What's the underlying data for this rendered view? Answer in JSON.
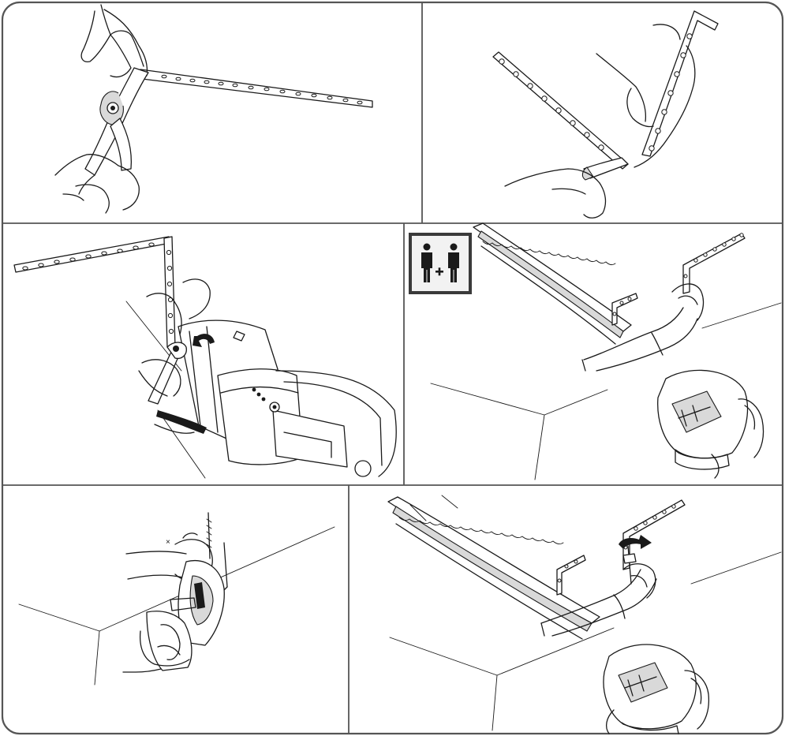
{
  "panels": [
    {
      "id": "step-1",
      "icon": "pliers-bending-strap-icon"
    },
    {
      "id": "step-2",
      "icon": "pliers-bending-strap-end-icon"
    },
    {
      "id": "step-3",
      "icon": "wrench-attaching-strap-icon"
    },
    {
      "id": "step-4",
      "icon": "hold-opener-to-ceiling-icon",
      "badge": {
        "icon": "two-persons-icon",
        "symbol": "+"
      }
    },
    {
      "id": "step-5",
      "icon": "drill-ceiling-icon"
    },
    {
      "id": "step-6",
      "icon": "screw-strap-to-ceiling-icon"
    }
  ],
  "colors": {
    "line": "#1a1a1a",
    "frame": "#555555",
    "badge_fill": "#f2f2f2",
    "badge_frame": "#3a3a3a"
  }
}
